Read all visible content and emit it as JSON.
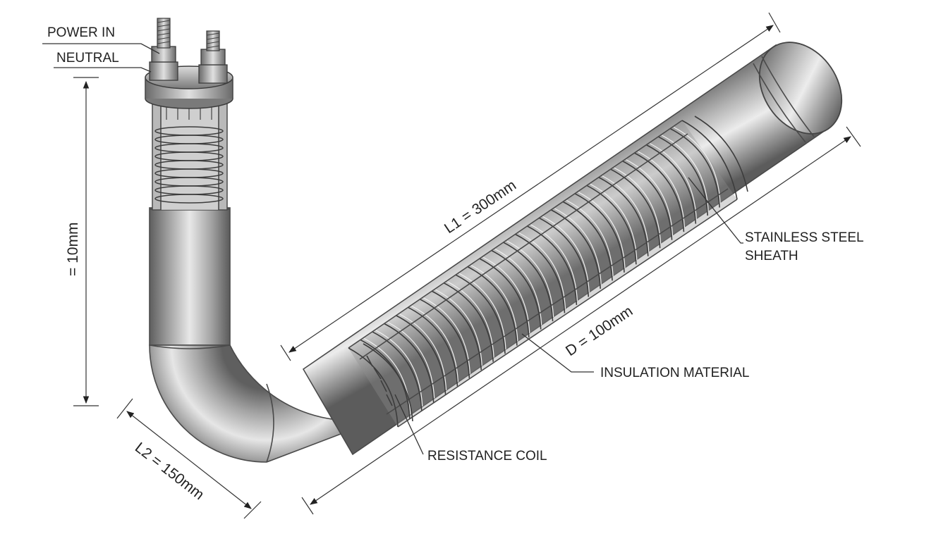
{
  "labels": {
    "power_in": "POWER IN",
    "neutral": "NEUTRAL",
    "stainless_steel_sheath_line1": "STAINLESS STEEL",
    "stainless_steel_sheath_line2": "SHEATH",
    "insulation_material": "INSULATION MATERIAL",
    "resistance_coil": "RESISTANCE COIL"
  },
  "dimensions": {
    "vertical_height": "= 10mm",
    "length_l1": "L1 = 300mm",
    "diameter_d": "D = 100mm",
    "length_l2": "L2 = 150mm"
  },
  "colors": {
    "metal_dark": "#5e5e5e",
    "metal_mid": "#9a9a9a",
    "metal_light": "#e4e4e4",
    "line": "#333333",
    "background": "#ffffff"
  }
}
